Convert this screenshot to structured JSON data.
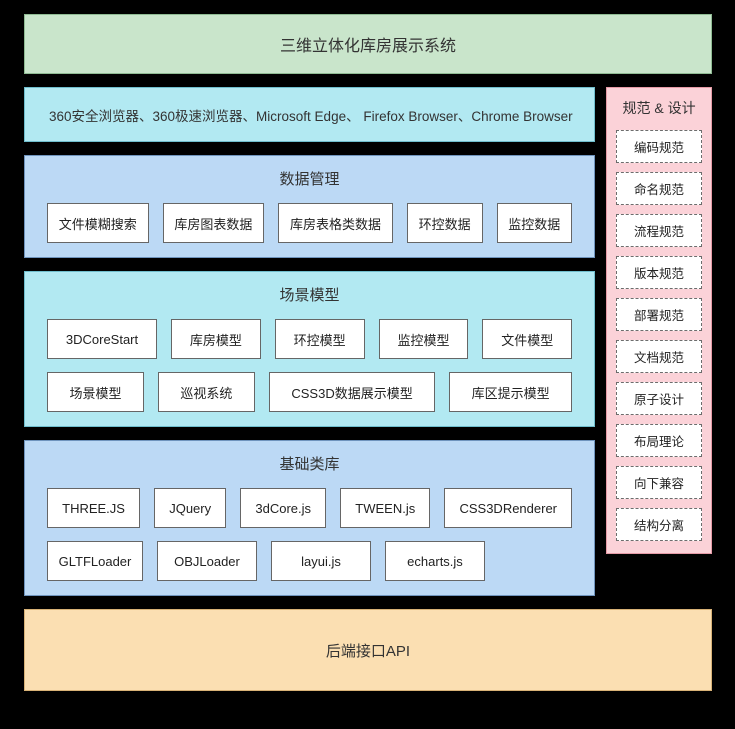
{
  "title": "三维立体化库房展示系统",
  "browsers": {
    "text": "360安全浏览器、360极速浏览器、Microsoft Edge、 Firefox Browser、Chrome Browser"
  },
  "data_management": {
    "title": "数据管理",
    "items": [
      "文件模糊搜索",
      "库房图表数据",
      "库房表格类数据",
      "环控数据",
      "监控数据"
    ]
  },
  "scene_model": {
    "title": "场景模型",
    "row1": [
      "3DCoreStart",
      "库房模型",
      "环控模型",
      "监控模型",
      "文件模型"
    ],
    "row2": [
      "场景模型",
      "巡视系统",
      "CSS3D数据展示模型",
      "库区提示模型"
    ]
  },
  "base_library": {
    "title": "基础类库",
    "row1": [
      "THREE.JS",
      "JQuery",
      "3dCore.js",
      "TWEEN.js",
      "CSS3DRenderer"
    ],
    "row2": [
      "GLTFLoader",
      "OBJLoader",
      "layui.js",
      "echarts.js"
    ]
  },
  "sidebar": {
    "title": "规范 & 设计",
    "items": [
      "编码规范",
      "命名规范",
      "流程规范",
      "版本规范",
      "部署规范",
      "文档规范",
      "原子设计",
      "布局理论",
      "向下兼容",
      "结构分离"
    ]
  },
  "api": {
    "title": "后端接口API"
  },
  "colors": {
    "page_background": "#000000",
    "title_band": "#c9e5cb",
    "cyan_band": "#b2e9f2",
    "blue_band": "#bcd9f5",
    "sidebar": "#fbd2d8",
    "api_band": "#fbdfb2"
  }
}
